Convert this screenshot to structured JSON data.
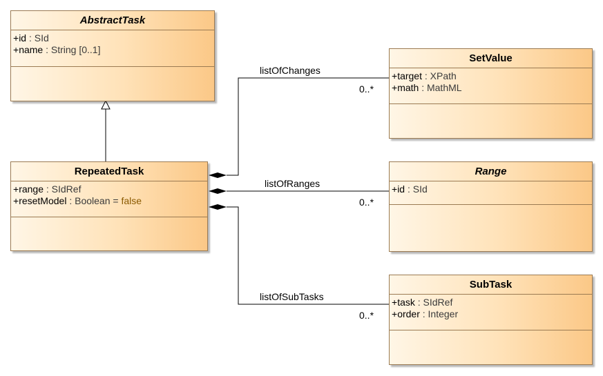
{
  "classes": {
    "abstract_task": {
      "name": "AbstractTask",
      "attributes": [
        {
          "vis": "+",
          "name": "id",
          "type": "SId",
          "default": ""
        },
        {
          "vis": "+",
          "name": "name",
          "type": "String [0..1]",
          "default": ""
        }
      ]
    },
    "repeated_task": {
      "name": "RepeatedTask",
      "attributes": [
        {
          "vis": "+",
          "name": "range",
          "type": "SIdRef",
          "default": ""
        },
        {
          "vis": "+",
          "name": "resetModel",
          "type": "Boolean",
          "default": "false"
        }
      ]
    },
    "set_value": {
      "name": "SetValue",
      "attributes": [
        {
          "vis": "+",
          "name": "target",
          "type": "XPath",
          "default": ""
        },
        {
          "vis": "+",
          "name": "math",
          "type": "MathML",
          "default": ""
        }
      ]
    },
    "range": {
      "name": "Range",
      "attributes": [
        {
          "vis": "+",
          "name": "id",
          "type": "SId",
          "default": ""
        }
      ]
    },
    "sub_task": {
      "name": "SubTask",
      "attributes": [
        {
          "vis": "+",
          "name": "task",
          "type": "SIdRef",
          "default": ""
        },
        {
          "vis": "+",
          "name": "order",
          "type": "Integer",
          "default": ""
        }
      ]
    }
  },
  "associations": {
    "list_of_changes": {
      "role": "listOfChanges",
      "multiplicity": "0..*"
    },
    "list_of_ranges": {
      "role": "listOfRanges",
      "multiplicity": "0..*"
    },
    "list_of_subtasks": {
      "role": "listOfSubTasks",
      "multiplicity": "0..*"
    }
  },
  "colors": {
    "class_fill_light": "#fff6e6",
    "class_fill_dark": "#fbc887",
    "class_border": "#9a7a52",
    "line": "#000000"
  }
}
